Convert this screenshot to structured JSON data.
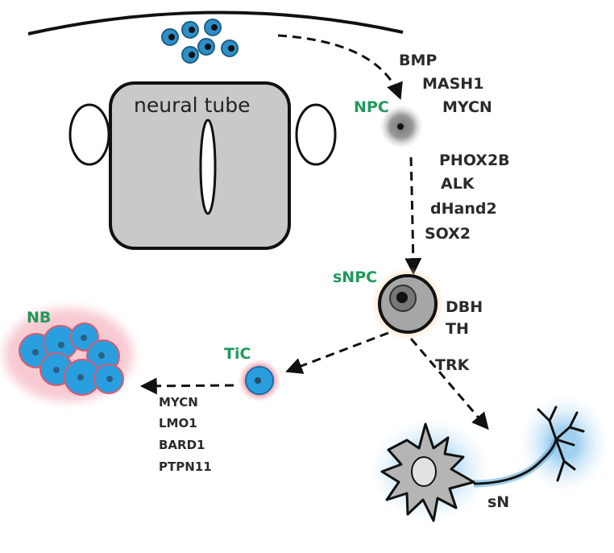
{
  "neural_tube": {
    "label": "neural tube"
  },
  "cells": {
    "npc": "NPC",
    "snpc": "sNPC",
    "tic": "TiC",
    "nb": "NB",
    "sn": "sN"
  },
  "markers": {
    "to_npc": [
      "BMP",
      "MASH1",
      "MYCN"
    ],
    "to_snpc": [
      "PHOX2B",
      "ALK",
      "dHand2",
      "SOX2"
    ],
    "at_snpc": [
      "DBH",
      "TH"
    ],
    "to_sn": [
      "TRK"
    ],
    "to_nb": [
      "MYCN",
      "LMO1",
      "BARD1",
      "PTPN11"
    ]
  },
  "colors": {
    "label_green": "#1f9a5a",
    "text_dark": "#2b2b2b",
    "tube_fill": "#c9c9c9",
    "npc_gray": "#8f8f8f",
    "snpc_glow": "#f7b26a",
    "tumor_blue": "#2a9fe0",
    "tumor_glow": "#e87a8c",
    "neuron_gray": "#b5b5b5",
    "neuron_glow": "#7fc0ea"
  }
}
